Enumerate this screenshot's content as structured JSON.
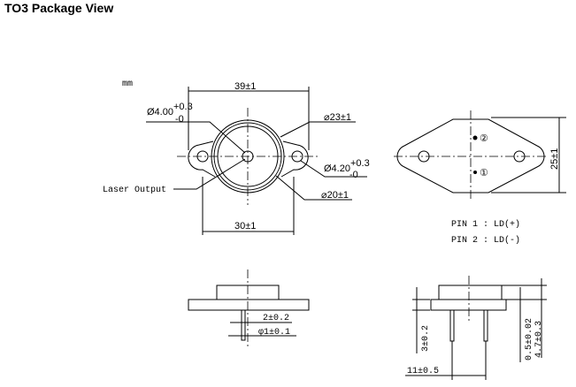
{
  "title": "TO3 Package View",
  "unit": "mm",
  "top_view": {
    "dim_width": "39±1",
    "dim_hole_spacing": "30±1",
    "dim_outer_diameter": "⌀23±1",
    "dim_inner_diameter": "⌀20±1",
    "output_hole": {
      "base": "Ø4.00",
      "tol_plus": "+0.3",
      "tol_minus": "-0"
    },
    "mount_hole": {
      "base": "Ø4.20",
      "tol_plus": "+0.3",
      "tol_minus": "-0"
    },
    "laser_output_label": "Laser Output"
  },
  "bottom_view": {
    "dim_height": "25±1",
    "pin1_marker": "①",
    "pin2_marker": "②",
    "pins": [
      "PIN 1 : LD(+)",
      "PIN 2 : LD(-)"
    ]
  },
  "side_view_left": {
    "dim_pin_spacing_small": "2±0.2",
    "dim_pin_diameter": "φ1±0.1"
  },
  "side_view_right": {
    "dim_flange": "3±0.2",
    "dim_pin_pitch": "11±0.5",
    "dim_thickness": "0.5±0.02",
    "dim_total": "4.7±0.3"
  }
}
